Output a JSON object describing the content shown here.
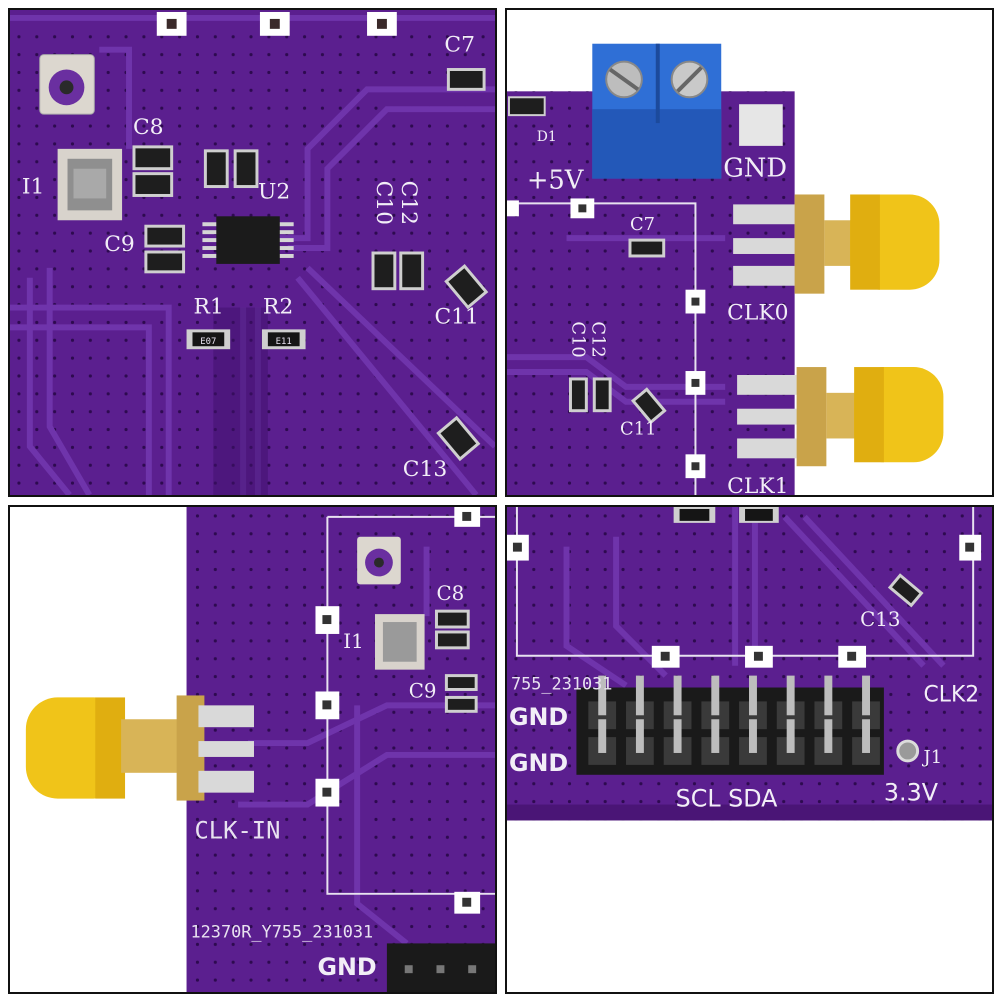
{
  "colors": {
    "pcb": "#5b1f8f",
    "pcb_dark": "#3f0f6b",
    "trace": "#6c2fa6",
    "silk": "#f2eef7",
    "gold": "#c9a34a",
    "sma_cap": "#f0c419",
    "terminal_block": "#2f6fd6",
    "header_black": "#1a1a1a"
  },
  "panel_top_left": {
    "labels": {
      "c7": "C7",
      "c8": "C8",
      "i1": "I1",
      "c9": "C9",
      "u2": "U2",
      "c12": "C12",
      "c10": "C10",
      "c11": "C11",
      "r1": "R1",
      "r2": "R2",
      "c13": "C13",
      "r1_code": "E07",
      "r2_code": "E11"
    }
  },
  "panel_top_right": {
    "labels": {
      "d1": "D1",
      "plus5v": "+5V",
      "gnd": "GND",
      "c7": "C7",
      "clk0": "CLK0",
      "c12": "C12",
      "c10": "C10",
      "c11": "C11",
      "clk1": "CLK1"
    }
  },
  "panel_bottom_left": {
    "labels": {
      "c8": "C8",
      "i1": "I1",
      "c9": "C9",
      "clk_in": "CLK-IN",
      "board_code": "12370R_Y755_231031",
      "gnd": "GND"
    }
  },
  "panel_bottom_right": {
    "labels": {
      "c13": "C13",
      "clk2": "CLK2",
      "board_code_partial": "755_231031",
      "gnd_top": "GND",
      "gnd_bottom": "GND",
      "j1": "J1",
      "v33": "3.3V",
      "scl_sda": "SCL SDA"
    }
  }
}
